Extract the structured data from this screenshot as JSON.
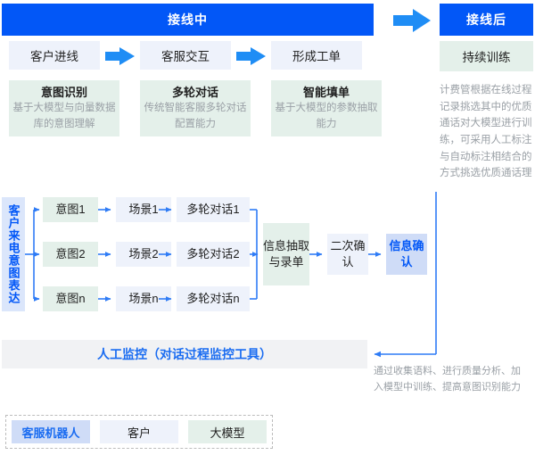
{
  "colors": {
    "brand_blue": "#0257f7",
    "line_blue": "#2f7cf6",
    "box_blue": "#eef2fb",
    "box_green": "#e4f0ea",
    "box_lavender": "#cfdcf7",
    "bar_gray": "#f1f2f4",
    "muted_text": "#9aa0a6"
  },
  "headers": {
    "during": "接线中",
    "after": "接线后"
  },
  "stages": [
    {
      "label": "客户进线"
    },
    {
      "label": "客服交互"
    },
    {
      "label": "形成工单"
    }
  ],
  "capabilities": [
    {
      "title": "意图识别",
      "desc": "基于大模型与向量数据库的意图理解"
    },
    {
      "title": "多轮对话",
      "desc": "传统智能客服多轮对话配置能力"
    },
    {
      "title": "智能填单",
      "desc": "基于大模型的参数抽取能力"
    }
  ],
  "after_panel": {
    "box_label": "持续训练",
    "paragraph": "计费管根据在线过程记录挑选其中的优质通话对大模型进行训练，可采用人工标注与自动标注相结合的方式挑选优质通话理"
  },
  "flow": {
    "entry_label": "客户来电意图表达",
    "rows": [
      {
        "intent": "意图1",
        "scene": "场景1",
        "dialog": "多轮对话1"
      },
      {
        "intent": "意图2",
        "scene": "场景2",
        "dialog": "多轮对话2"
      },
      {
        "intent": "意图n",
        "scene": "场景n",
        "dialog": "多轮对话n"
      }
    ],
    "extract": "信息抽取与录单",
    "second_confirm": "二次确认",
    "info_confirm": "信息确认"
  },
  "monitor": {
    "label": "人工监控（对话过程监控工具）"
  },
  "feedback_note": "通过收集语料、进行质量分析、加入模型中训练、提高意图识别能力",
  "legend": [
    {
      "label": "客服机器人"
    },
    {
      "label": "客户"
    },
    {
      "label": "大模型"
    }
  ],
  "icons": {
    "fat_arrow": "fat-right-arrow-icon",
    "thin_arrow": "thin-right-arrow-icon"
  }
}
